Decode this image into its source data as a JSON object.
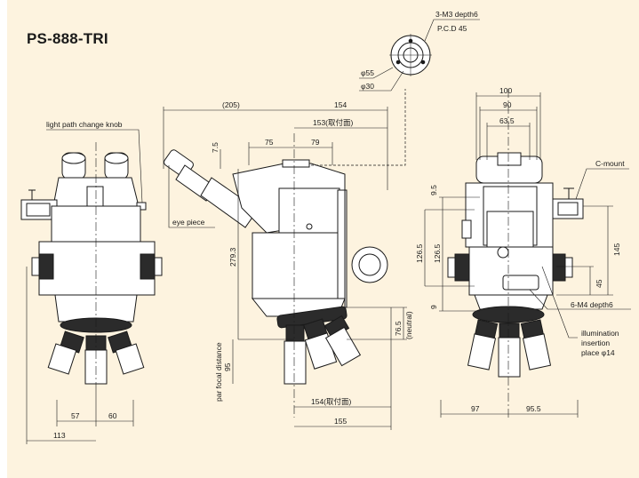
{
  "title": "PS-888-TRI",
  "colors": {
    "background": "#fdf3df",
    "line": "#1a1a1a",
    "body_dark": "#2b2b2b",
    "body_light": "#ffffff"
  },
  "labels": {
    "light_path_knob": "light path change knob",
    "eye_piece": "eye piece",
    "c_mount": "C-mount",
    "m3_depth": "3-M3 depth6",
    "pcd": "P.C.D 45",
    "m4_depth": "6-M4 depth6",
    "illum_1": "illumination",
    "illum_2": "insertion",
    "illum_3": "place φ14",
    "par_focal": "par focal distance",
    "neutral": "(neutral)"
  },
  "dims": {
    "phi55": "φ55",
    "phi30": "φ30",
    "d205": "(205)",
    "d154": "154",
    "d153": "153(取付面)",
    "d75": "75",
    "d79": "79",
    "d7_5": "7.5",
    "d279_3": "279.3",
    "d95": "95",
    "d154b": "154(取付面)",
    "d155": "155",
    "d76_5": "76.5",
    "d57": "57",
    "d60": "60",
    "d113": "113",
    "d100": "100",
    "d90": "90",
    "d63_5": "63.5",
    "d9_5": "9.5",
    "d126_5a": "126.5",
    "d126_5b": "126.5",
    "d9": "9",
    "d145": "145",
    "d45": "45",
    "d97": "97",
    "d95_5": "95.5"
  }
}
